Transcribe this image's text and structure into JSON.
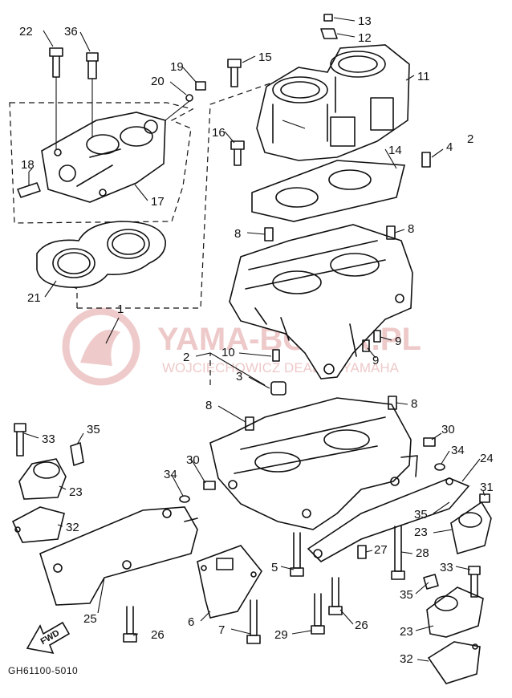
{
  "diagram_code": "GH61100-5010",
  "watermark": {
    "main": "YAMA-BOATR.PL",
    "sub": "WOJCIECHOWICZ DEALER YAMAHA"
  },
  "forward_label": "FWD",
  "callouts": [
    {
      "id": "c22",
      "text": "22"
    },
    {
      "id": "c36",
      "text": "36"
    },
    {
      "id": "c19",
      "text": "19"
    },
    {
      "id": "c20",
      "text": "20"
    },
    {
      "id": "c15",
      "text": "15"
    },
    {
      "id": "c13",
      "text": "13"
    },
    {
      "id": "c12",
      "text": "12"
    },
    {
      "id": "c11",
      "text": "11"
    },
    {
      "id": "c16",
      "text": "16"
    },
    {
      "id": "c14",
      "text": "14"
    },
    {
      "id": "c4",
      "text": "4"
    },
    {
      "id": "c2a",
      "text": "2"
    },
    {
      "id": "c18",
      "text": "18"
    },
    {
      "id": "c17",
      "text": "17"
    },
    {
      "id": "c8a",
      "text": "8"
    },
    {
      "id": "c8b",
      "text": "8"
    },
    {
      "id": "c21",
      "text": "21"
    },
    {
      "id": "c1",
      "text": "1"
    },
    {
      "id": "c9a",
      "text": "9"
    },
    {
      "id": "c9b",
      "text": "9"
    },
    {
      "id": "c2b",
      "text": "2"
    },
    {
      "id": "c10",
      "text": "10"
    },
    {
      "id": "c3",
      "text": "3"
    },
    {
      "id": "c8c",
      "text": "8"
    },
    {
      "id": "c8d",
      "text": "8"
    },
    {
      "id": "c33a",
      "text": "33"
    },
    {
      "id": "c35a",
      "text": "35"
    },
    {
      "id": "c30a",
      "text": "30"
    },
    {
      "id": "c34a",
      "text": "34"
    },
    {
      "id": "c30b",
      "text": "30"
    },
    {
      "id": "c34b",
      "text": "34"
    },
    {
      "id": "c24",
      "text": "24"
    },
    {
      "id": "c23a",
      "text": "23"
    },
    {
      "id": "c31",
      "text": "31"
    },
    {
      "id": "c32a",
      "text": "32"
    },
    {
      "id": "c35b",
      "text": "35"
    },
    {
      "id": "c23b",
      "text": "23"
    },
    {
      "id": "c5",
      "text": "5"
    },
    {
      "id": "c27",
      "text": "27"
    },
    {
      "id": "c28",
      "text": "28"
    },
    {
      "id": "c25",
      "text": "25"
    },
    {
      "id": "c6",
      "text": "6"
    },
    {
      "id": "c33b",
      "text": "33"
    },
    {
      "id": "c35c",
      "text": "35"
    },
    {
      "id": "c23c",
      "text": "23"
    },
    {
      "id": "c26a",
      "text": "26"
    },
    {
      "id": "c7",
      "text": "7"
    },
    {
      "id": "c29",
      "text": "29"
    },
    {
      "id": "c26b",
      "text": "26"
    },
    {
      "id": "c32b",
      "text": "32"
    }
  ]
}
